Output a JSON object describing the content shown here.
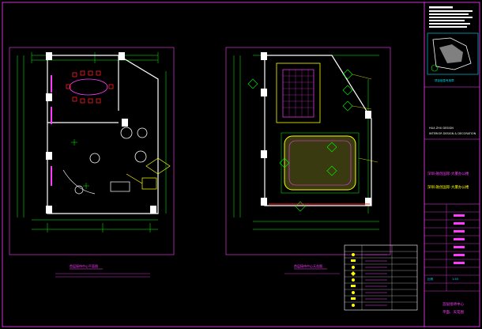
{
  "drawing": {
    "floor_plan_caption": "首层接待中心平面图",
    "ceiling_plan_caption": "首层接待中心天花图",
    "title_block": {
      "cn_title_1": "深圳·融创国际·大厦办公楼",
      "cn_title_2": "深圳·融创国际·大厦办公楼",
      "en_company_1": "HUA ZHU DESIGN",
      "en_company_2": "INTERIOR DESIGN & DECORATION",
      "drawing_name": "首层接待中心",
      "drawing_subname": "平面、天花图",
      "stamp_text": "项目信息专用章",
      "scale_label": "比例",
      "scale_value": "1:50"
    },
    "legend_rows": 10,
    "colors": {
      "background": "#000000",
      "wall": "#ffffff",
      "dimension": "#00ff00",
      "furniture": "#ff3bff",
      "fixture": "#ffff00",
      "frame": "#ff3bff",
      "cyan": "#00e0ff",
      "red": "#ff2020"
    },
    "icons": [
      "compass-icon",
      "company-logo-icon",
      "light-fixture-icon"
    ]
  }
}
